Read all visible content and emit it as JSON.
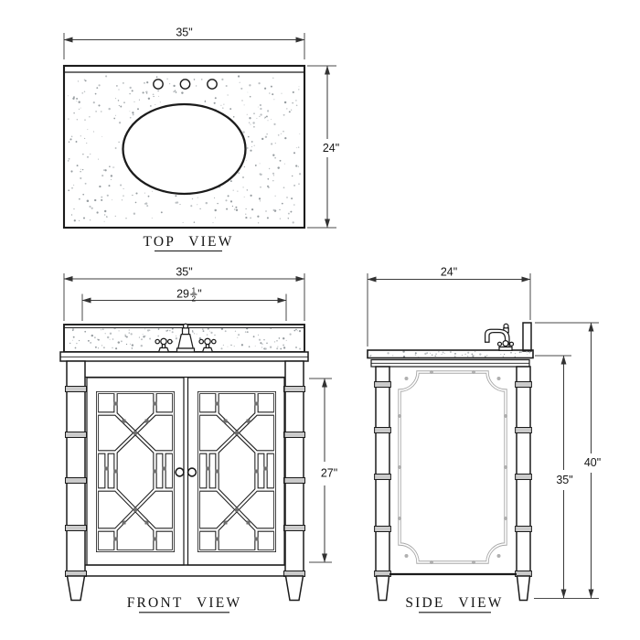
{
  "drawing": {
    "views": {
      "top": {
        "label": "TOP VIEW",
        "width": "35\"",
        "depth": "24\""
      },
      "front": {
        "label": "FRONT VIEW",
        "width": "35\"",
        "inner_width_whole": "29",
        "inner_width_frac_num": "1",
        "inner_width_frac_den": "2",
        "inner_width_unit": "\"",
        "door_height": "27\""
      },
      "side": {
        "label": "SIDE VIEW",
        "depth": "24\"",
        "counter_height": "35\"",
        "total_height": "40\""
      }
    },
    "colors": {
      "line": "#1b1b1b",
      "dim": "#3c3c3c",
      "speckle": "#9aa0a4",
      "ring": "#cbcbcb",
      "panel_outline": "#a8a8a8"
    }
  }
}
